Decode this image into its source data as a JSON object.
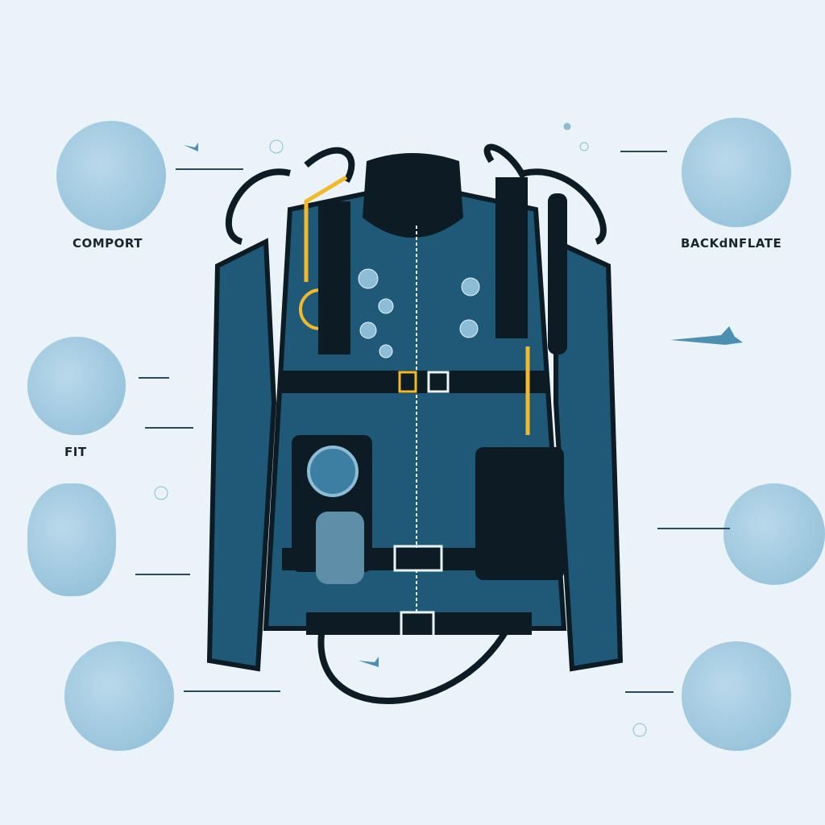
{
  "labels": {
    "comfort": "COMPORT",
    "backplate": "BACKdNFLATE",
    "fit": "FIT"
  },
  "colors": {
    "background": "#eaf3f7",
    "jacket": "#1e5a78",
    "dark": "#0d1b24",
    "accent": "#f2b92c",
    "circle": "#9cc7de"
  },
  "icons": [
    "diver-figure-icon",
    "bcd-vest-icon",
    "shark-icon",
    "bubble-icon",
    "fish-icon"
  ]
}
